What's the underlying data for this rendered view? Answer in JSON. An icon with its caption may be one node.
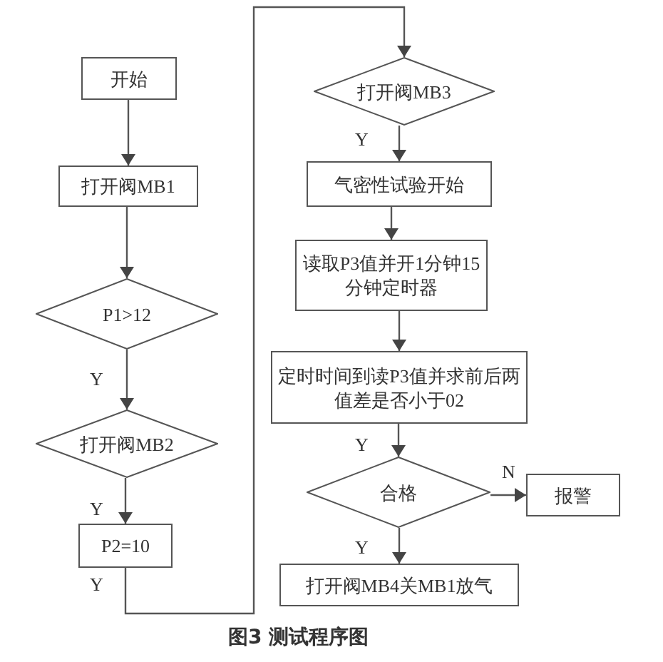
{
  "diagram": {
    "caption": "图3 测试程序图",
    "nodes": [
      {
        "text": [
          "开始"
        ]
      },
      {
        "text": [
          "打开阀MB1"
        ]
      },
      {
        "text": [
          "P1>12"
        ]
      },
      {
        "text": [
          "打开阀MB2"
        ]
      },
      {
        "text": [
          "P2=10"
        ]
      },
      {
        "text": [
          "打开阀MB3"
        ]
      },
      {
        "text": [
          "气密性试验开始"
        ]
      },
      {
        "text": [
          "读取P3值并开1分钟15分钟定时器"
        ]
      },
      {
        "text": [
          "定时时间到读P3值并求前后两值差是否小于02"
        ]
      },
      {
        "text": [
          "合格"
        ]
      },
      {
        "text": [
          "报警"
        ]
      },
      {
        "text": [
          "打开阀MB4关MB1放气"
        ]
      }
    ],
    "edges": [
      {
        "from": 0,
        "to": 1,
        "arrow": "to"
      },
      {
        "from": 1,
        "to": 2,
        "arrow": "to"
      },
      {
        "from": 2,
        "to": 3,
        "arrow": "to",
        "label": "Y"
      },
      {
        "from": 3,
        "to": 4,
        "arrow": "to",
        "label": "Y"
      },
      {
        "from": 4,
        "to": 5,
        "arrow": "to",
        "label": "Y"
      },
      {
        "from": 5,
        "to": 6,
        "arrow": "to",
        "label": "Y"
      },
      {
        "from": 6,
        "to": 7,
        "arrow": "to"
      },
      {
        "from": 7,
        "to": 8,
        "arrow": "to"
      },
      {
        "from": 8,
        "to": 9,
        "arrow": "to",
        "label": "Y"
      },
      {
        "from": 9,
        "to": 10,
        "arrow": "to",
        "label": "N"
      },
      {
        "from": 9,
        "to": 11,
        "arrow": "to",
        "label": "Y"
      }
    ]
  }
}
